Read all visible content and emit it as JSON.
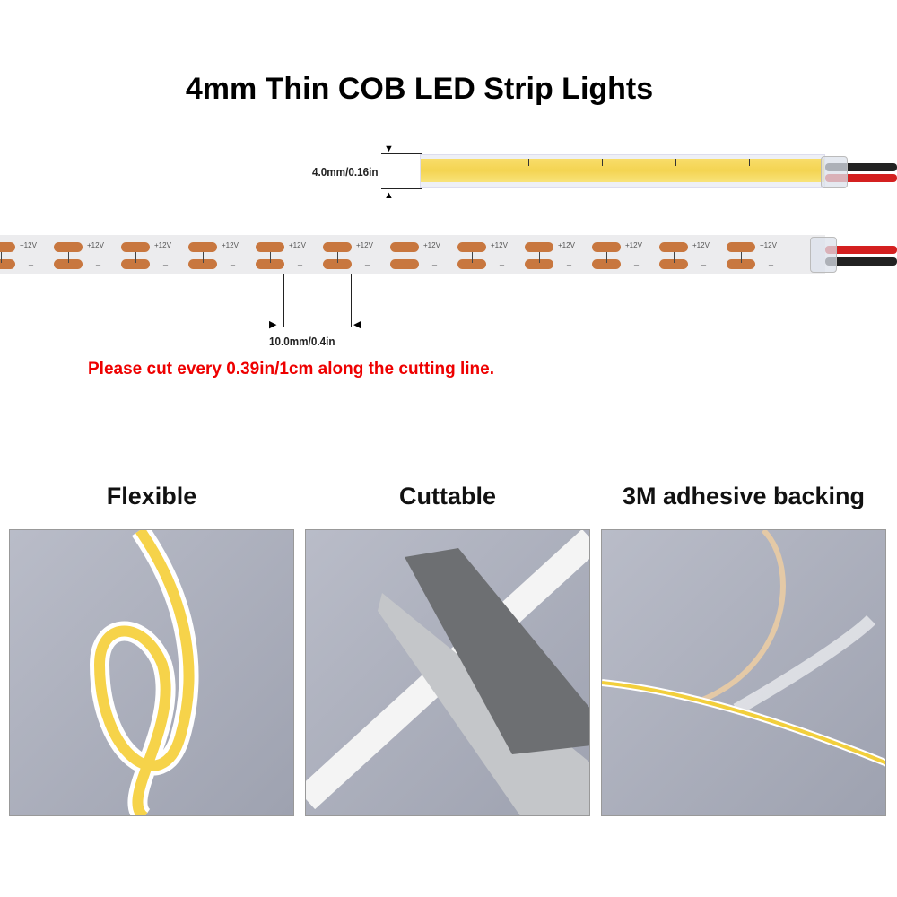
{
  "title": "4mm Thin COB LED Strip Lights",
  "width_dim": "4.0mm/0.16in",
  "pitch_dim": "10.0mm/0.4in",
  "cut_note": "Please cut every 0.39in/1cm along the cutting line.",
  "strip": {
    "plus_label": "+12V",
    "minus_label": "_",
    "segments": 12
  },
  "features": [
    {
      "title": "Flexible"
    },
    {
      "title": "Cuttable"
    },
    {
      "title": "3M adhesive backing"
    }
  ],
  "colors": {
    "led": "#f4d452",
    "pad": "#c8773f",
    "note": "#e00000"
  }
}
